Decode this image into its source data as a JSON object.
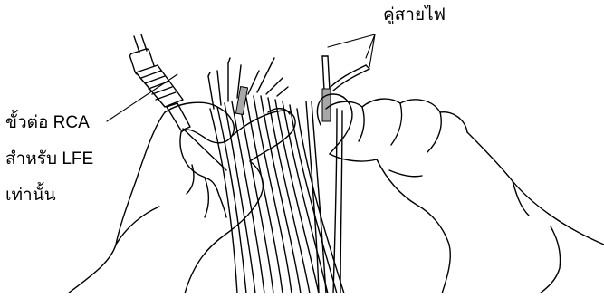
{
  "annotations": {
    "wire_pair": "คู่สายไฟ",
    "rca_line1": "ขั้วต่อ RCA",
    "rca_line2": "สำหรับ LFE",
    "rca_line3": "เท่านั้น"
  },
  "colors": {
    "line": "#000000",
    "background": "#ffffff",
    "wire_highlight": "#a8a8a8"
  }
}
